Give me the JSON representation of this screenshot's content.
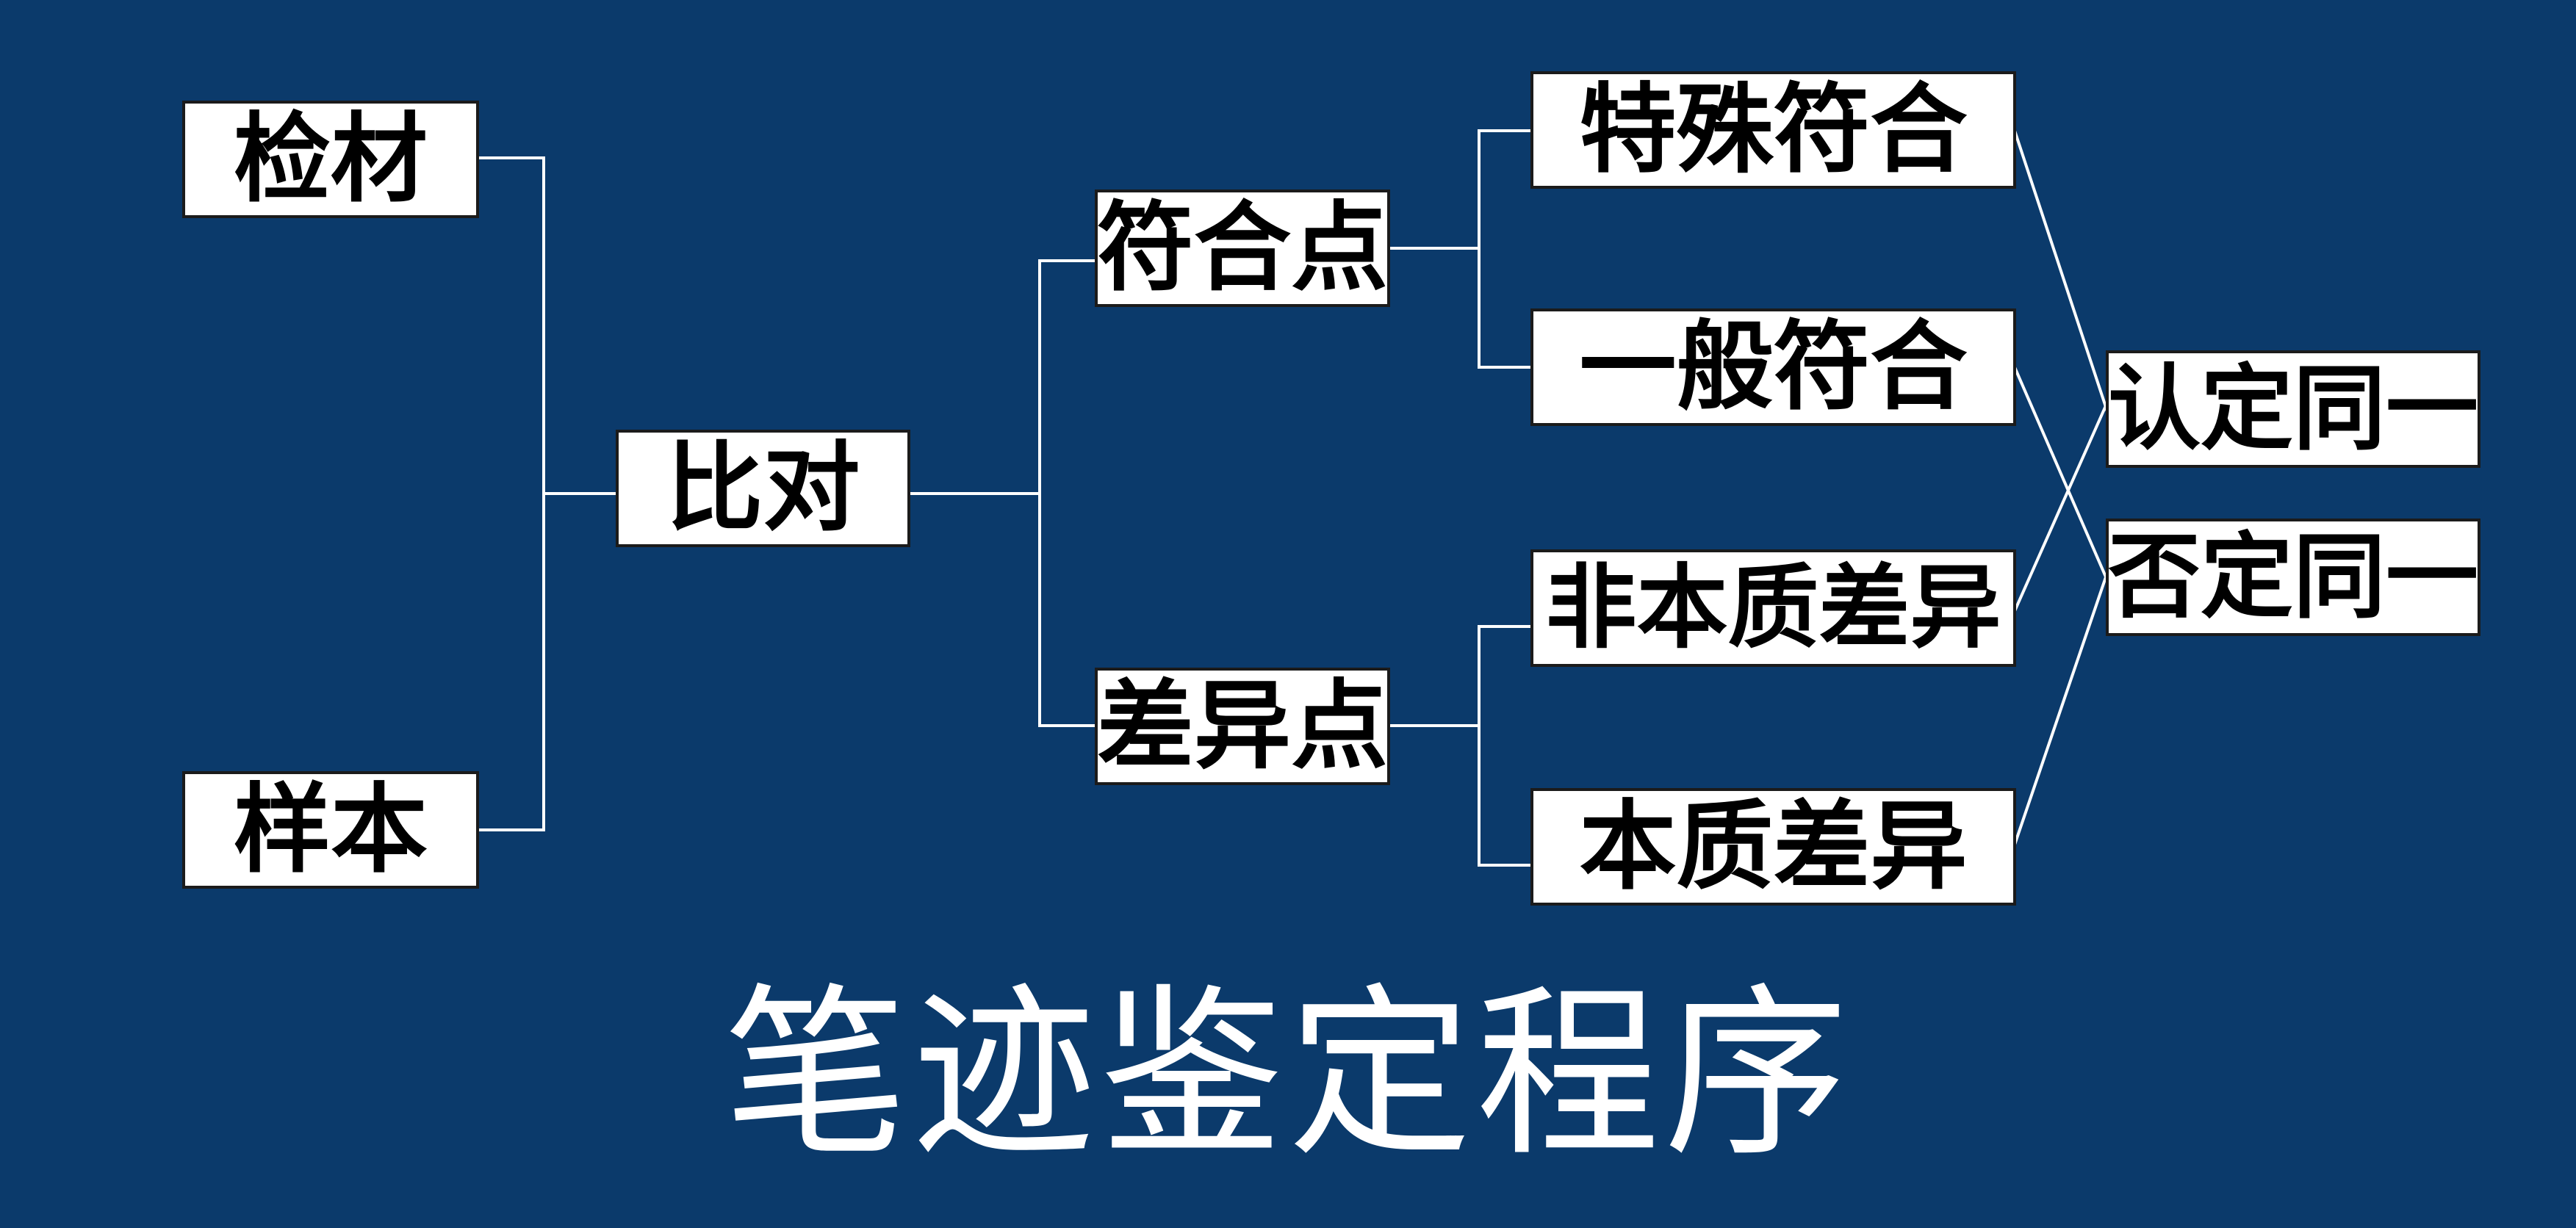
{
  "diagram": {
    "title": "笔迹鉴定程序",
    "nodes": {
      "jiancai": "检材",
      "yangben": "样本",
      "bidui": "比对",
      "fuhedian": "符合点",
      "chayidian": "差异点",
      "teshufuhe": "特殊符合",
      "yibanfuhe": "一般符合",
      "feibenzhichayi": "非本质差异",
      "benzhichayi": "本质差异",
      "rendingtongyi": "认定同一",
      "foudingtongyi": "否定同一"
    }
  },
  "colors": {
    "background": "#0b3a6b",
    "box": "#ffffff",
    "line": "#ffffff",
    "text": "#000000",
    "title": "#ffffff"
  }
}
